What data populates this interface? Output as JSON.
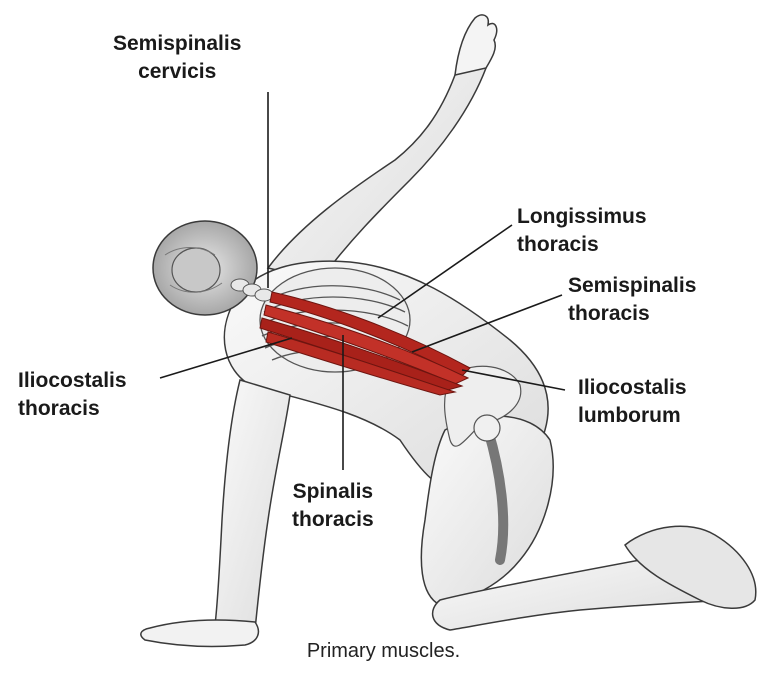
{
  "labels": {
    "semispinalis_cervicis": [
      "Semispinalis",
      "cervicis"
    ],
    "longissimus_thoracis": [
      "Longissimus",
      "thoracis"
    ],
    "semispinalis_thoracis": [
      "Semispinalis",
      "thoracis"
    ],
    "iliocostalis_thoracis": [
      "Iliocostalis",
      "thoracis"
    ],
    "iliocostalis_lumborum": [
      "Iliocostalis",
      "lumborum"
    ],
    "spinalis_thoracis": [
      "Spinalis",
      "thoracis"
    ]
  },
  "caption": "Primary muscles.",
  "colors": {
    "muscle": "#b3261e",
    "outline": "#3a3a3a",
    "skin": "#f2f2f2",
    "leader_line": "#1a1a1a"
  }
}
